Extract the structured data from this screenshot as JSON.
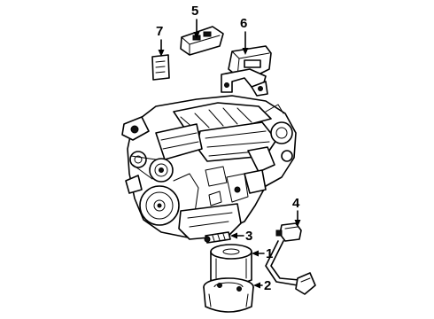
{
  "diagram": {
    "callouts": [
      {
        "id": "5",
        "label": "5"
      },
      {
        "id": "6",
        "label": "6"
      },
      {
        "id": "7",
        "label": "7"
      },
      {
        "id": "4",
        "label": "4"
      },
      {
        "id": "3",
        "label": "3"
      },
      {
        "id": "1",
        "label": "1"
      },
      {
        "id": "2",
        "label": "2"
      }
    ]
  }
}
